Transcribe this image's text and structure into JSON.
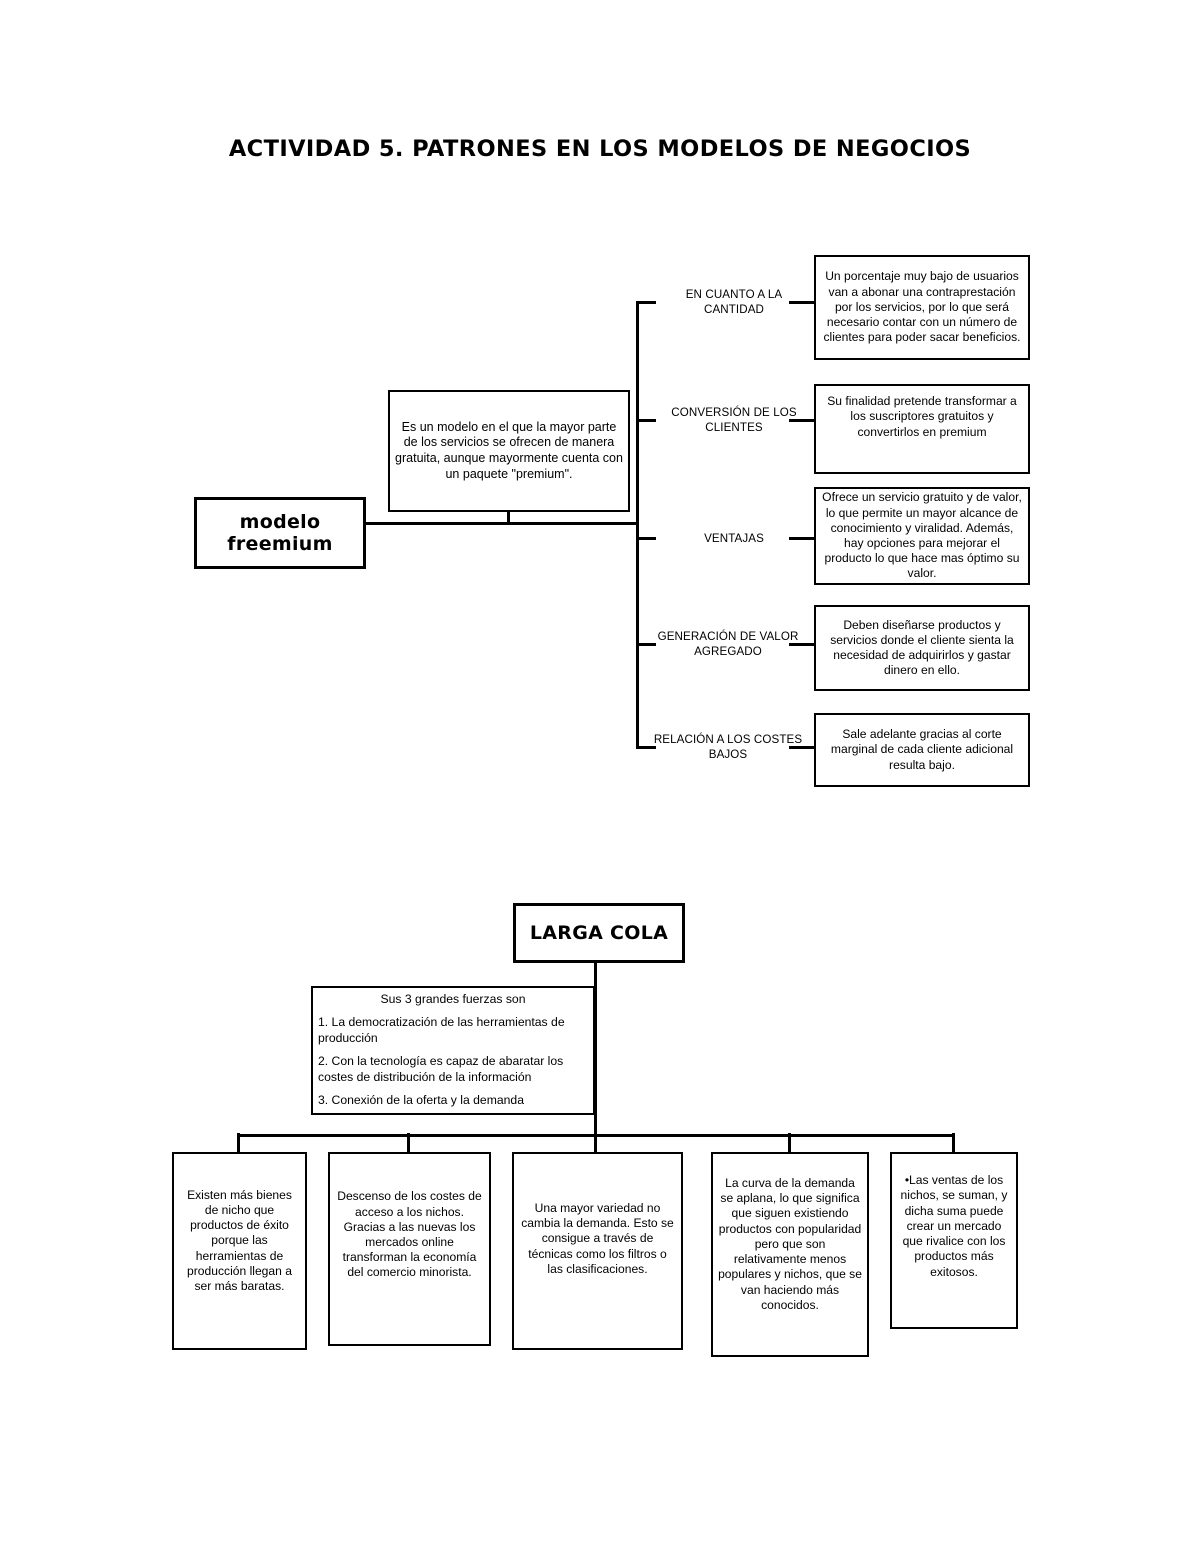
{
  "title": "ACTIVIDAD 5. PATRONES EN LOS MODELOS DE NEGOCIOS",
  "diagram1": {
    "root": "modelo freemium",
    "description": "Es un modelo en el que la mayor parte de los servicios se ofrecen de manera gratuita, aunque mayormente cuenta con un paquete \"premium\".",
    "branches": [
      {
        "label": "EN CUANTO A LA CANTIDAD",
        "text": "Un porcentaje muy bajo de usuarios van a abonar una contraprestación por los servicios, por lo que será necesario contar con un número de clientes para poder sacar beneficios."
      },
      {
        "label": "CONVERSIÓN DE LOS CLIENTES",
        "text": "Su finalidad pretende transformar a los suscriptores gratuitos y convertirlos en premium"
      },
      {
        "label": "VENTAJAS",
        "text": "Ofrece un servicio gratuito y de valor, lo que permite un mayor alcance de conocimiento y viralidad. Además, hay opciones para mejorar el producto lo que hace mas óptimo su valor."
      },
      {
        "label": "GENERACIÓN DE VALOR AGREGADO",
        "text": "Deben diseñarse productos y servicios donde el cliente sienta la necesidad de adquirirlos y gastar dinero en ello."
      },
      {
        "label": "RELACIÓN A LOS COSTES BAJOS",
        "text": "Sale adelante gracias al corte marginal de cada cliente adicional resulta bajo."
      }
    ]
  },
  "diagram2": {
    "root": "LARGA COLA",
    "forces": {
      "heading": "Sus 3 grandes fuerzas son",
      "items": [
        "1. La democratización de las herramientas de producción",
        "2. Con la tecnología es capaz de abaratar los costes de distribución de la información",
        "3. Conexión de la oferta y la demanda"
      ]
    },
    "leaves": [
      "Existen más bienes de nicho que productos de éxito porque las herramientas de producción llegan a ser más baratas.",
      "Descenso de los costes de acceso a los nichos. Gracias a las nuevas los mercados online transforman la economía del comercio minorista.",
      "Una mayor variedad no cambia la demanda. Esto se consigue a través de técnicas como los filtros o las clasificaciones.",
      "La curva de la demanda se aplana, lo que significa que siguen existiendo productos con popularidad pero que son relativamente menos populares y nichos, que se van haciendo más conocidos.",
      "•Las ventas de los nichos, se suman, y dicha suma puede crear un mercado que rivalice con los productos más exitosos."
    ]
  },
  "colors": {
    "stroke": "#000000",
    "background": "#ffffff",
    "text": "#000000"
  }
}
